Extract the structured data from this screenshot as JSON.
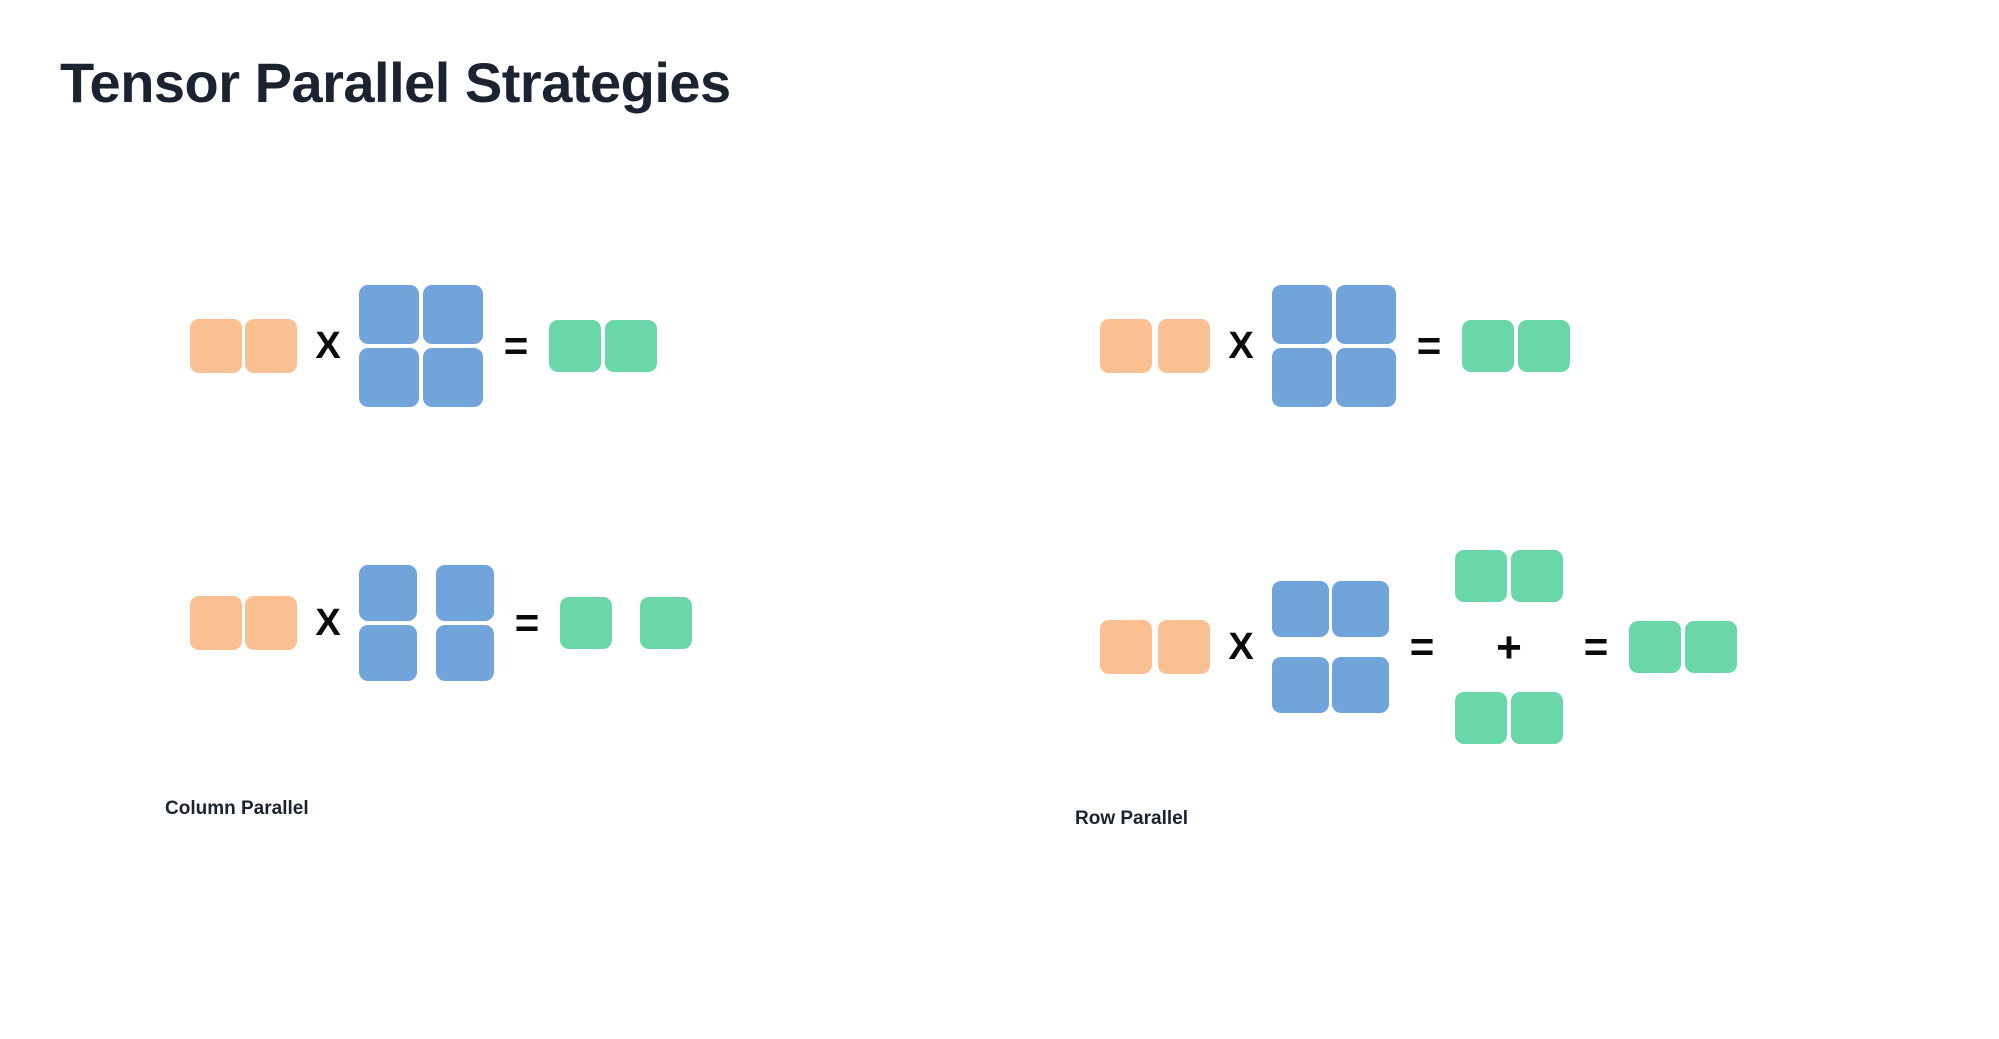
{
  "page": {
    "title": "Tensor Parallel Strategies",
    "background": "#ffffff"
  },
  "colors": {
    "title_text": "#1b2230",
    "input_orange": "#fac091",
    "weight_blue": "#70a4db",
    "output_green": "#69d7aa",
    "operator_black": "#0a0a0a"
  },
  "operators": {
    "times": "X",
    "equals": "=",
    "plus": "+"
  },
  "panels": [
    {
      "id": "column-parallel",
      "caption": "Column Parallel",
      "rows": [
        {
          "id": "unsharded",
          "description": "full matrix multiplication",
          "input": {
            "color": "orange",
            "rows": 1,
            "cols": 2,
            "split": "none"
          },
          "weight": {
            "color": "blue",
            "rows": 2,
            "cols": 2,
            "split": "none"
          },
          "output": {
            "color": "green",
            "rows": 1,
            "cols": 2,
            "split": "none"
          }
        },
        {
          "id": "sharded",
          "description": "weight sharded by columns across 2 devices",
          "input": {
            "color": "orange",
            "rows": 1,
            "cols": 2,
            "split": "none"
          },
          "weight": {
            "color": "blue",
            "rows": 2,
            "cols": 2,
            "split": "columns",
            "shards": 2
          },
          "output": {
            "color": "green",
            "rows": 1,
            "cols": 2,
            "split": "columns",
            "shards": 2
          }
        }
      ]
    },
    {
      "id": "row-parallel",
      "caption": "Row Parallel",
      "rows": [
        {
          "id": "unsharded",
          "description": "full matrix multiplication",
          "input": {
            "color": "orange",
            "rows": 1,
            "cols": 2,
            "split": "none"
          },
          "weight": {
            "color": "blue",
            "rows": 2,
            "cols": 2,
            "split": "none"
          },
          "output": {
            "color": "green",
            "rows": 1,
            "cols": 2,
            "split": "none"
          }
        },
        {
          "id": "sharded",
          "description": "weight sharded by rows, partial sums reduced",
          "input": {
            "color": "orange",
            "rows": 1,
            "cols": 2,
            "split": "none"
          },
          "weight": {
            "color": "blue",
            "rows": 2,
            "cols": 2,
            "split": "rows",
            "shards": 2
          },
          "partials": [
            {
              "color": "green",
              "rows": 1,
              "cols": 2
            },
            {
              "color": "green",
              "rows": 1,
              "cols": 2
            }
          ],
          "output": {
            "color": "green",
            "rows": 1,
            "cols": 2,
            "split": "none"
          }
        }
      ]
    }
  ]
}
